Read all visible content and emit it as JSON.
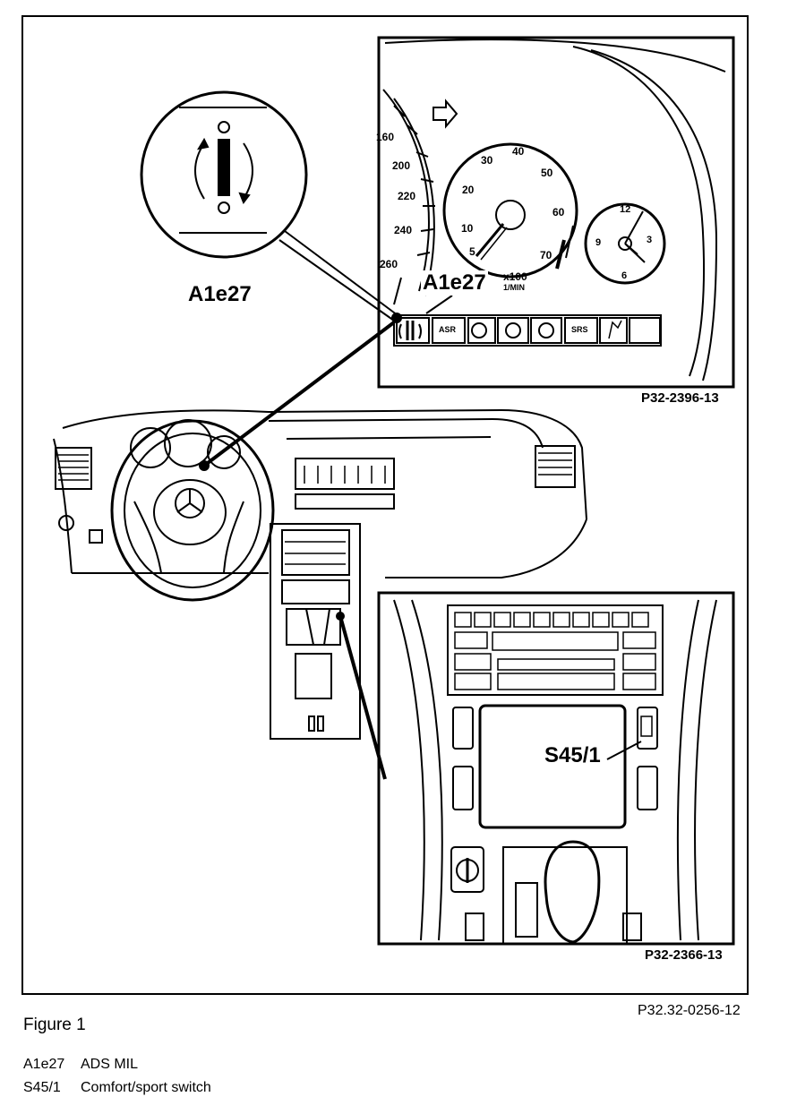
{
  "references": {
    "top_right": "P32-2396-13",
    "bottom_right": "P32-2366-13",
    "main": "P32.32-0256-12"
  },
  "callouts": {
    "a1e27_zoom": "A1e27",
    "a1e27_cluster": "A1e27",
    "s45_1": "S45/1"
  },
  "speedometer_ticks": [
    "160",
    "200",
    "220",
    "240",
    "260"
  ],
  "tachometer_ticks": [
    "10",
    "20",
    "30",
    "40",
    "50",
    "60",
    "70",
    "5"
  ],
  "tach_unit": "x100",
  "tach_unit2": "1/MIN",
  "clock_ticks": [
    "12",
    "3",
    "6",
    "9"
  ],
  "warning_lamps": [
    "ASR",
    "SRS"
  ],
  "caption": "Figure 1",
  "legend": [
    {
      "code": "A1e27",
      "desc": "ADS MIL"
    },
    {
      "code": "S45/1",
      "desc": "Comfort/sport switch"
    }
  ]
}
